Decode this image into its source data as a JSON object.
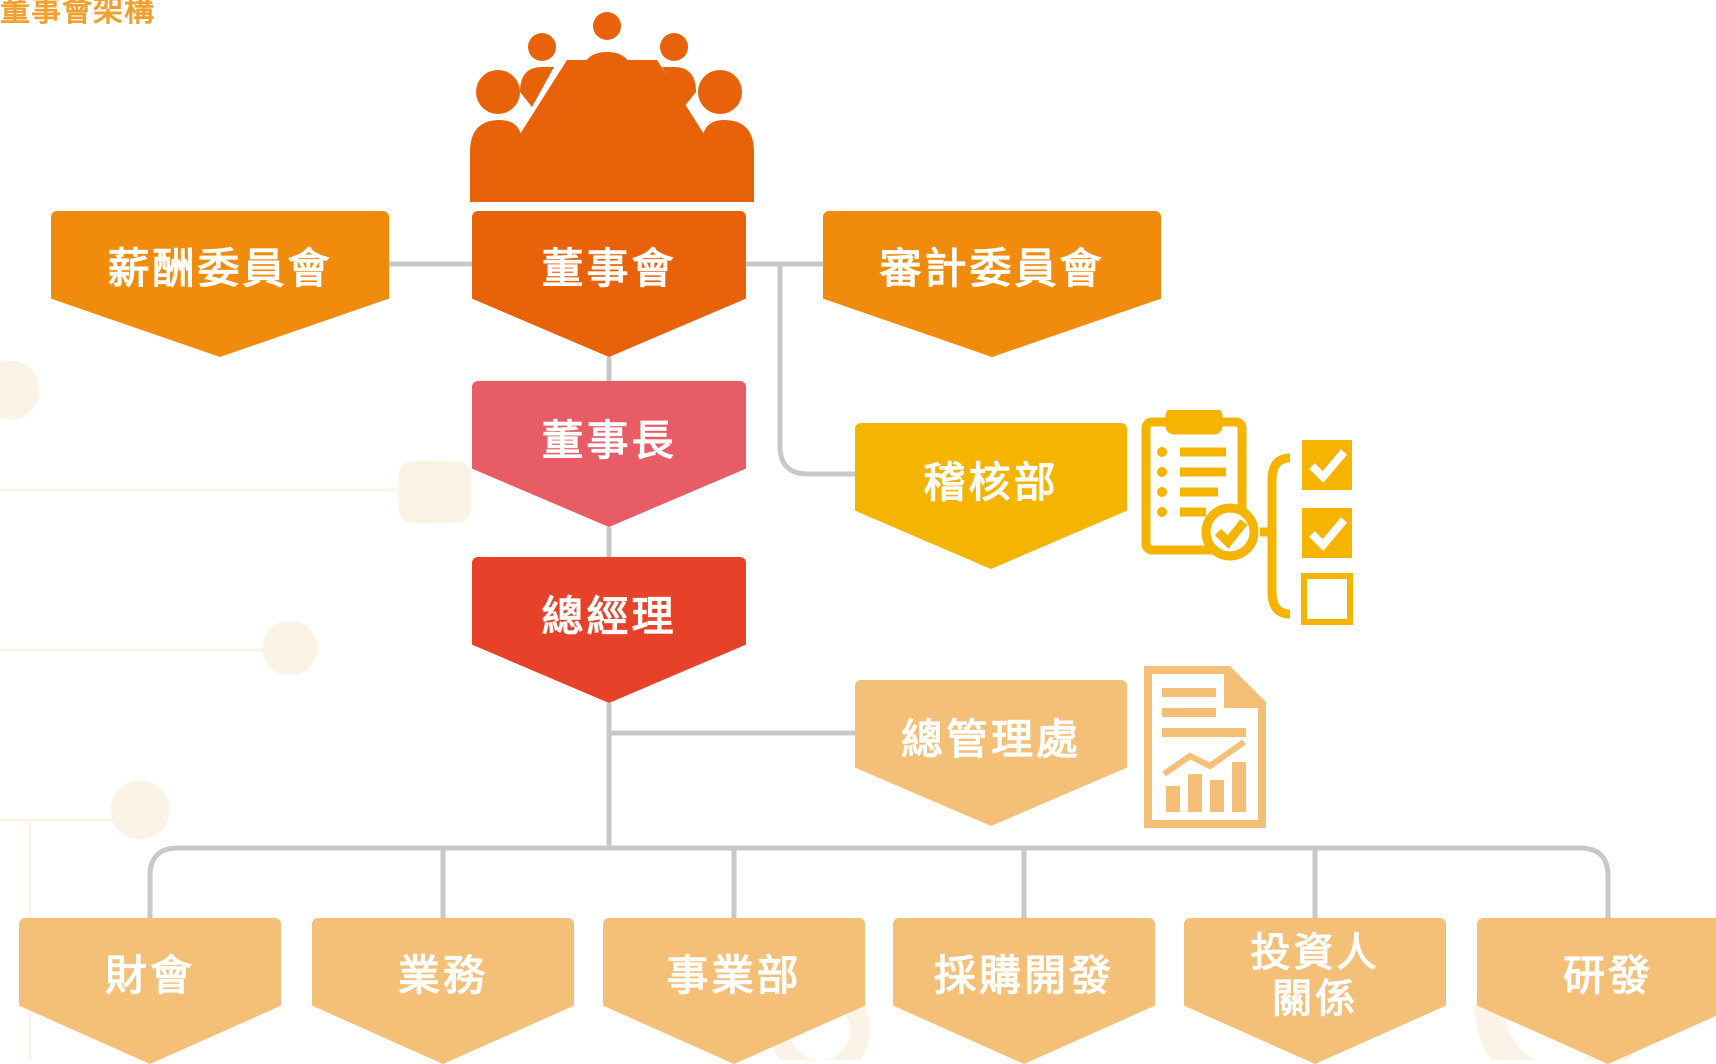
{
  "page": {
    "title": "董事會架構"
  },
  "nodes": {
    "board": "董事會",
    "compensation_committee": "薪酬委員會",
    "audit_committee": "審計委員會",
    "chairman": "董事長",
    "internal_audit": "稽核部",
    "general_manager": "總經理",
    "general_administration": "總管理處"
  },
  "departments": [
    {
      "label": "財會"
    },
    {
      "label": "業務"
    },
    {
      "label": "事業部"
    },
    {
      "label": "採購開發"
    },
    {
      "label_line1": "投資人",
      "label_line2": "關係"
    },
    {
      "label": "研發"
    }
  ],
  "colors": {
    "board": "#e8620a",
    "committee": "#f08b0c",
    "chairman": "#e85c66",
    "internal_audit": "#f5b400",
    "general_manager": "#e8412a",
    "department": "#f4c078",
    "connector": "#c8c8c8"
  },
  "icons": {
    "board": "meeting-table-icon",
    "internal_audit": "clipboard-checklist-icon",
    "general_administration": "report-chart-icon"
  }
}
